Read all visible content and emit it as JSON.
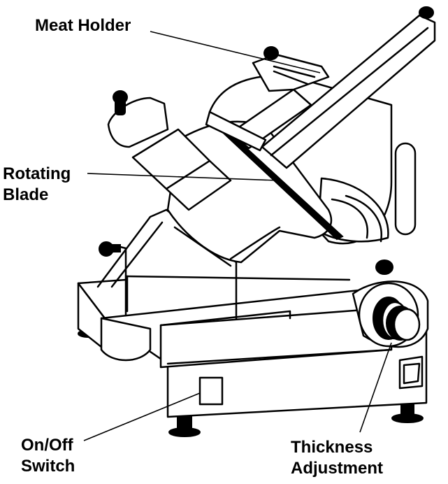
{
  "diagram": {
    "labels": {
      "meat_holder": "Meat Holder",
      "rotating_blade_line1": "Rotating",
      "rotating_blade_line2": "Blade",
      "on_off_line1": "On/Off",
      "on_off_line2": "Switch",
      "thickness_line1": "Thickness",
      "thickness_line2": "Adjustment"
    },
    "colors": {
      "line": "#000000",
      "background": "#ffffff"
    }
  }
}
